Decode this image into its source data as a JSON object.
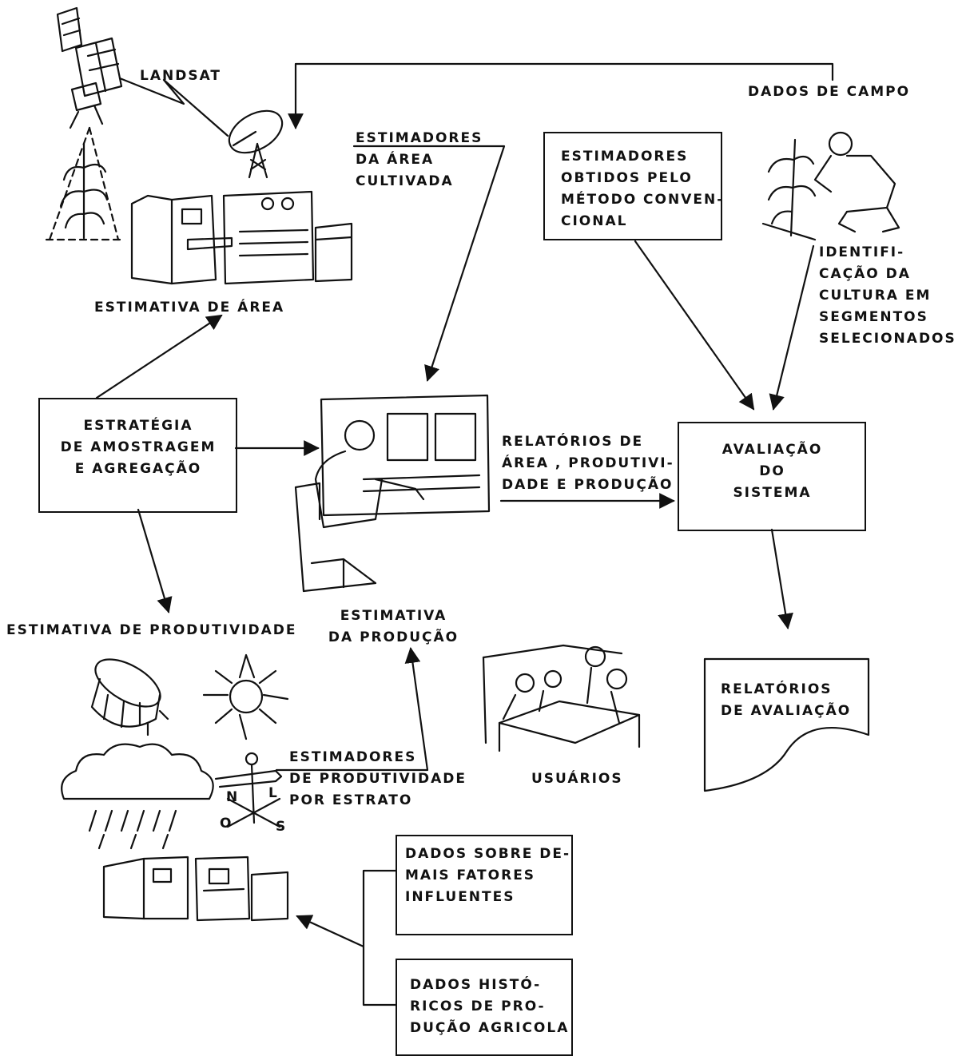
{
  "labels": {
    "landsat": "LANDSAT",
    "dados_campo": "DADOS DE CAMPO",
    "estimadores_area": "ESTIMADORES\nDA ÁREA\nCULTIVADA",
    "estimativa_area": "ESTIMATIVA DE ÁREA",
    "estimadores_convencional": "ESTIMADORES\nOBTIDOS PELO\nMÉTODO CONVEN-\nCIONAL",
    "identificacao": "IDENTIFI-\nCAÇÃO DA\nCULTURA EM\nSEGMENTOS\nSELECIONADOS",
    "estrategia": "ESTRATÉGIA\nDE AMOSTRAGEM\nE AGREGAÇÃO",
    "relatorios_area": "RELATÓRIOS DE\nÁREA , PRODUTIVI-\nDADE E PRODUÇÃO",
    "avaliacao": "AVALIAÇÃO\nDO\nSISTEMA",
    "estimativa_producao": "ESTIMATIVA\nDA PRODUÇÃO",
    "estimativa_produtividade": "ESTIMATIVA DE PRODUTIVIDADE",
    "relatorios_avaliacao": "RELATÓRIOS\nDE AVALIAÇÃO",
    "estimadores_produtividade": "ESTIMADORES\nDE PRODUTIVIDADE\nPOR ESTRATO",
    "usuarios": "USUÁRIOS",
    "dados_fatores": "DADOS SOBRE DE-\nMAIS FATORES\nINFLUENTES",
    "dados_historicos": "DADOS HISTÓ-\nRICOS DE PRO-\nDUÇÃO AGRICOLA"
  },
  "compass": {
    "n": "N",
    "l": "L",
    "o": "O",
    "s": "S"
  },
  "icons": [
    "satellite-icon",
    "antenna-icon",
    "computer-icon",
    "corn-plant-icon",
    "field-worker-icon",
    "operator-console-icon",
    "meeting-icon",
    "cylinder-gauge-icon",
    "sun-icon",
    "rain-cloud-icon",
    "wind-vane-icon"
  ],
  "colors": {
    "ink": "#111111",
    "paper": "#ffffff"
  }
}
